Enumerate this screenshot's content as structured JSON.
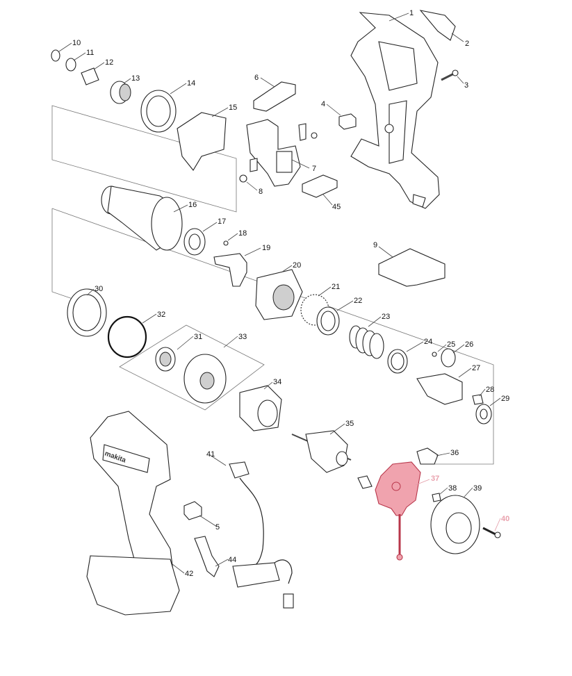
{
  "diagram": {
    "brand_text": "makita",
    "parts": [
      {
        "id": "1",
        "highlighted": false
      },
      {
        "id": "2",
        "highlighted": false
      },
      {
        "id": "3",
        "highlighted": false
      },
      {
        "id": "4",
        "highlighted": false
      },
      {
        "id": "5",
        "highlighted": false
      },
      {
        "id": "6",
        "highlighted": false
      },
      {
        "id": "7",
        "highlighted": false
      },
      {
        "id": "8",
        "highlighted": false
      },
      {
        "id": "9",
        "highlighted": false
      },
      {
        "id": "10",
        "highlighted": false
      },
      {
        "id": "11",
        "highlighted": false
      },
      {
        "id": "12",
        "highlighted": false
      },
      {
        "id": "13",
        "highlighted": false
      },
      {
        "id": "14",
        "highlighted": false
      },
      {
        "id": "15",
        "highlighted": false
      },
      {
        "id": "16",
        "highlighted": false
      },
      {
        "id": "17",
        "highlighted": false
      },
      {
        "id": "18",
        "highlighted": false
      },
      {
        "id": "19",
        "highlighted": false
      },
      {
        "id": "20",
        "highlighted": false
      },
      {
        "id": "21",
        "highlighted": false
      },
      {
        "id": "22",
        "highlighted": false
      },
      {
        "id": "23",
        "highlighted": false
      },
      {
        "id": "24",
        "highlighted": false
      },
      {
        "id": "25",
        "highlighted": false
      },
      {
        "id": "26",
        "highlighted": false
      },
      {
        "id": "27",
        "highlighted": false
      },
      {
        "id": "28",
        "highlighted": false
      },
      {
        "id": "29",
        "highlighted": false
      },
      {
        "id": "30",
        "highlighted": false
      },
      {
        "id": "31",
        "highlighted": false
      },
      {
        "id": "32",
        "highlighted": false
      },
      {
        "id": "33",
        "highlighted": false
      },
      {
        "id": "34",
        "highlighted": false
      },
      {
        "id": "35",
        "highlighted": false
      },
      {
        "id": "36",
        "highlighted": false
      },
      {
        "id": "37",
        "highlighted": true
      },
      {
        "id": "38",
        "highlighted": false
      },
      {
        "id": "39",
        "highlighted": false
      },
      {
        "id": "40",
        "highlighted": true
      },
      {
        "id": "41",
        "highlighted": false
      },
      {
        "id": "42",
        "highlighted": false
      },
      {
        "id": "44",
        "highlighted": false
      },
      {
        "id": "45",
        "highlighted": false
      }
    ],
    "colors": {
      "highlight_fill": "#f0a3ae",
      "highlight_stroke": "#b8364a",
      "highlight_label": "#e9a1ad",
      "line": "#222222",
      "label": "#111111"
    }
  }
}
